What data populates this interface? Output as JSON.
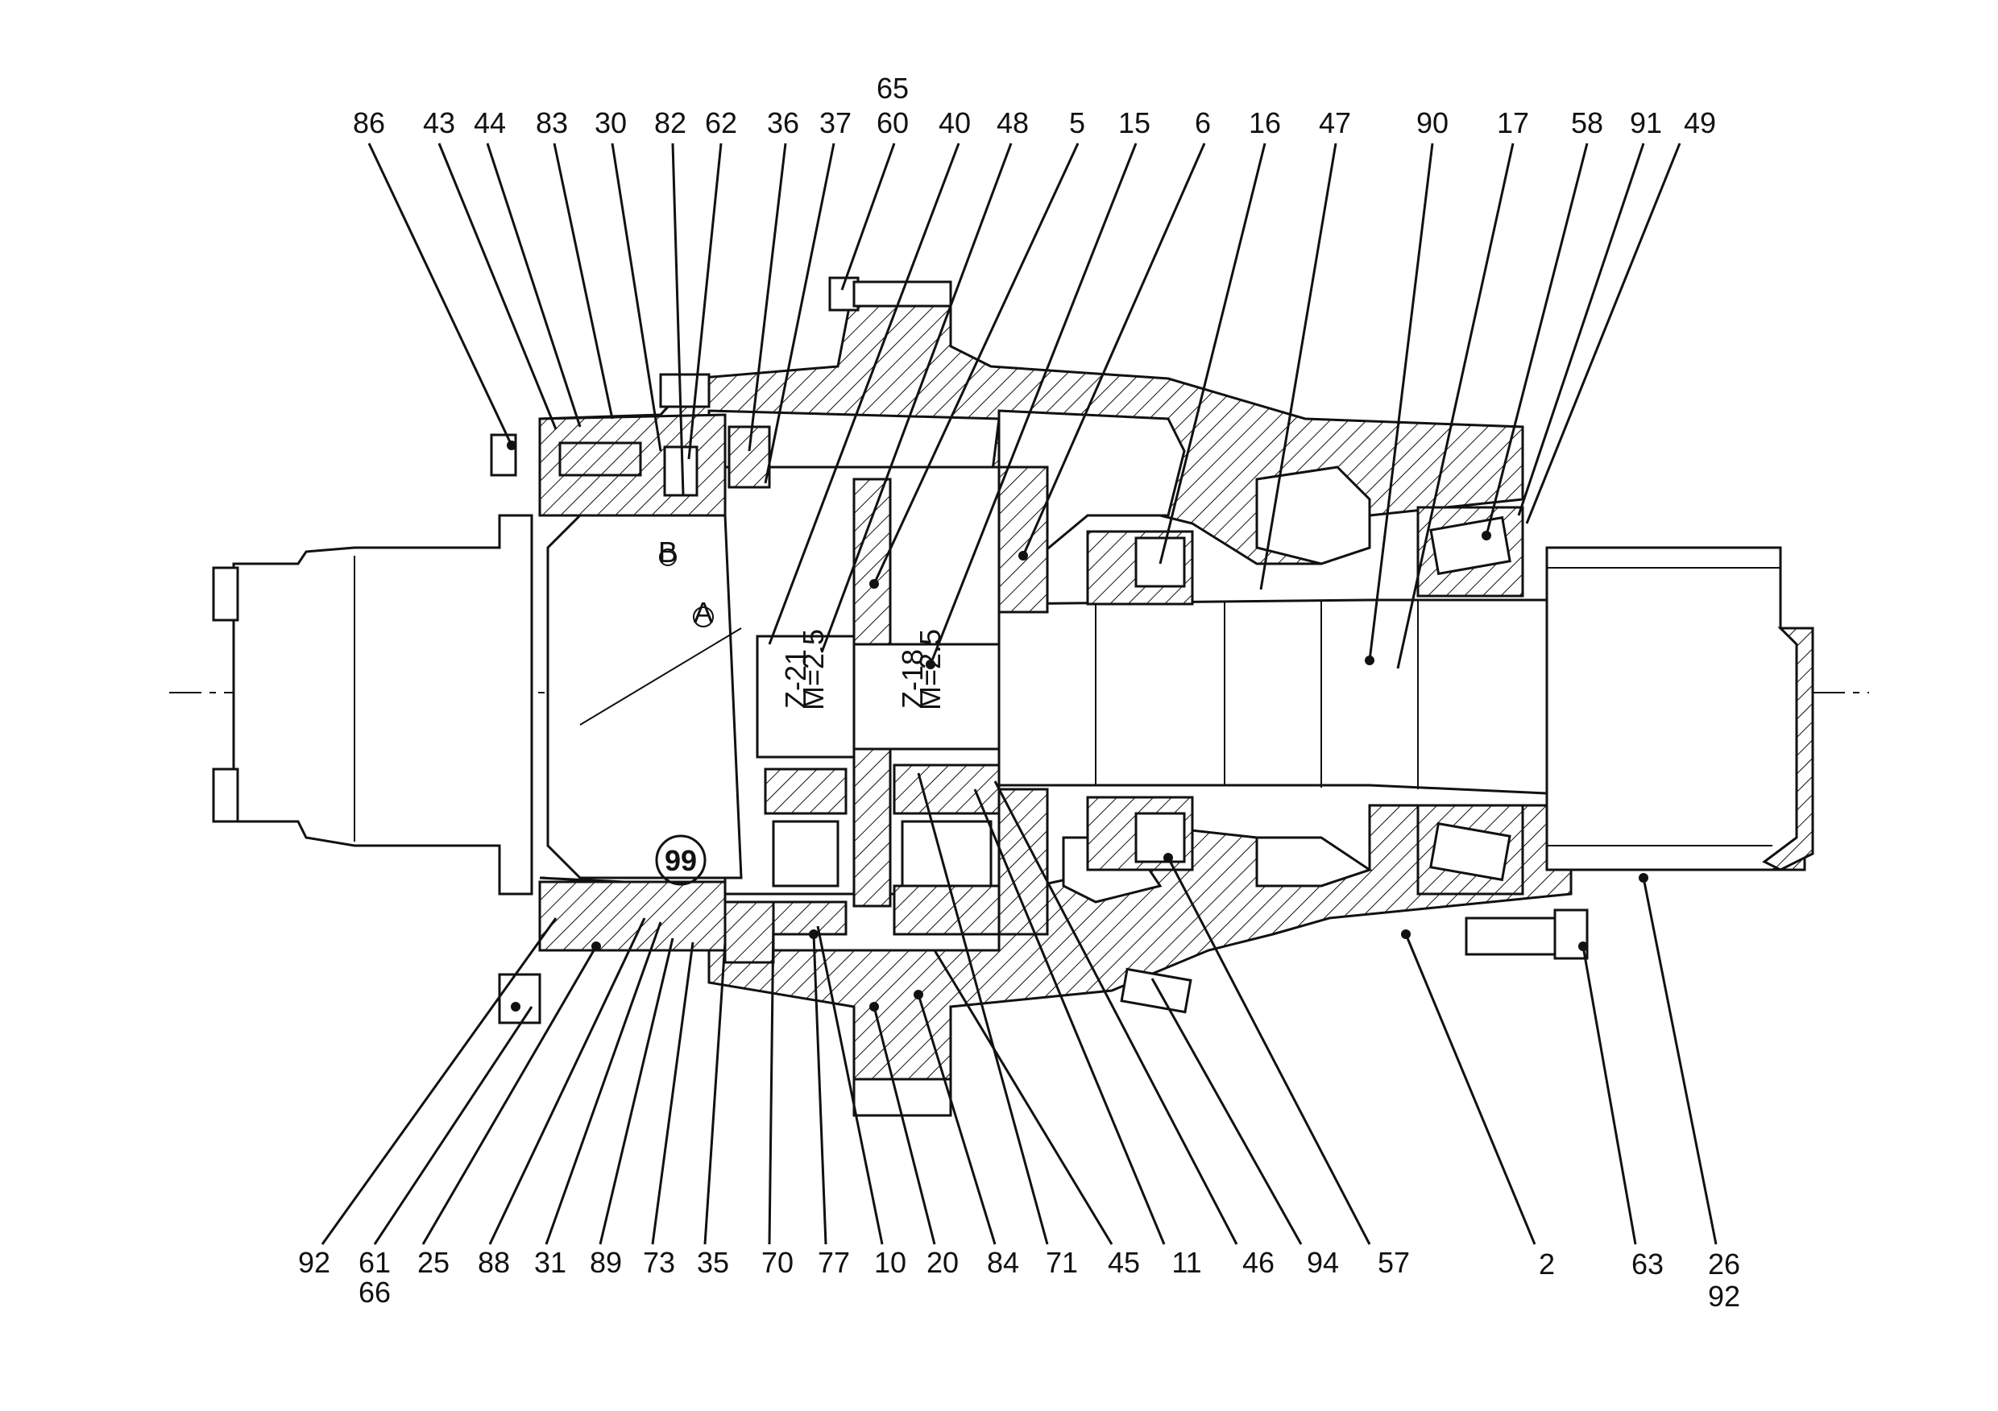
{
  "labels": {
    "top": [
      "86",
      "43",
      "44",
      "83",
      "30",
      "82",
      "62",
      "36",
      "37",
      "65",
      "60",
      "40",
      "48",
      "5",
      "15",
      "6",
      "16",
      "47",
      "90",
      "17",
      "58",
      "91",
      "49"
    ],
    "bottom": [
      "92",
      "61",
      "66",
      "25",
      "88",
      "31",
      "89",
      "73",
      "35",
      "70",
      "77",
      "10",
      "20",
      "84",
      "71",
      "45",
      "11",
      "46",
      "94",
      "57",
      "2",
      "63",
      "26",
      "92"
    ]
  },
  "inner_marks": {
    "z21": "Z-21",
    "m25a": "M=2.5",
    "z18": "Z-18",
    "m25b": "M=2.5",
    "circled_99": "99",
    "circle_a": "A",
    "circle_b": "B"
  },
  "colors": {
    "ink": "#111111",
    "paper": "#ffffff"
  }
}
